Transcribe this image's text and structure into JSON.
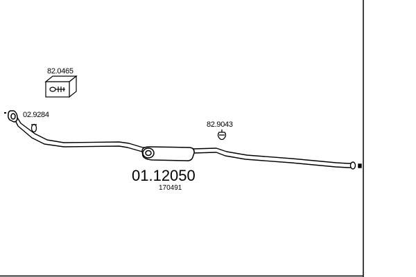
{
  "main_part": {
    "code": "01.12050",
    "reference": "170491"
  },
  "accessories": [
    {
      "code": "82.0465",
      "icon": "mounting-kit-box-icon"
    },
    {
      "code": "02.9284",
      "icon": "clamp-ring-icon"
    },
    {
      "code": "82.9043",
      "icon": "rubber-hanger-icon"
    }
  ],
  "colors": {
    "line": "#000000",
    "fill": "#ffffff"
  }
}
